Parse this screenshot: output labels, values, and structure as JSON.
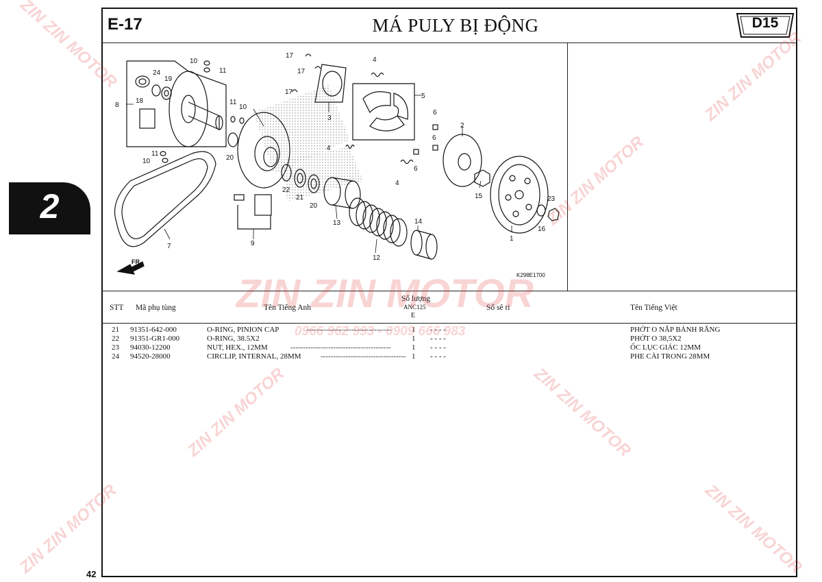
{
  "header": {
    "section_code": "E-17",
    "title": "MÁ PULY BỊ ĐỘNG",
    "badge": "D15"
  },
  "side_tab": {
    "number": "2"
  },
  "page_number": "42",
  "figure": {
    "code": "K298E1700",
    "direction_label": "FR.",
    "callouts": [
      "1",
      "2",
      "3",
      "4",
      "4",
      "4",
      "5",
      "6",
      "6",
      "6",
      "7",
      "8",
      "9",
      "10",
      "10",
      "10",
      "11",
      "11",
      "11",
      "12",
      "13",
      "14",
      "15",
      "16",
      "17",
      "17",
      "17",
      "18",
      "19",
      "20",
      "20",
      "21",
      "22",
      "23",
      "24"
    ]
  },
  "table": {
    "headers": {
      "stt": "STT",
      "part_no": "Mã phụ tùng",
      "english": "Tên Tiếng Anh",
      "qty_group": "Số lượng",
      "qty_model": "ANC125",
      "qty_type": "E",
      "serial": "Số sê ri",
      "vietnamese": "Tên Tiếng Việt"
    },
    "rows": [
      {
        "stt": "21",
        "part_no": "91351-642-000",
        "english": "O-RING, PINION CAP",
        "leader": "----------------------------------",
        "qty": "1",
        "serial": "-    -    -    -",
        "vietnamese": "PHỚT O NẮP BÁNH RĂNG"
      },
      {
        "stt": "22",
        "part_no": "91351-GR1-000",
        "english": "O-RING, 38.5X2",
        "leader": "",
        "qty": "1",
        "serial": "-    -    -    -",
        "vietnamese": "PHỚT O 38,5X2"
      },
      {
        "stt": "23",
        "part_no": "94030-12200",
        "english": "NUT, HEX., 12MM",
        "leader": "----------------------------------------",
        "qty": "1",
        "serial": "-    -    -    -",
        "vietnamese": "ỐC LỤC GIÁC 12MM"
      },
      {
        "stt": "24",
        "part_no": "94520-28000",
        "english": "CIRCLIP, INTERNAL, 28MM",
        "leader": "----------------------------------",
        "qty": "1",
        "serial": "-    -    -    -",
        "vietnamese": "PHE CÀI TRONG 28MM"
      }
    ]
  },
  "watermark": {
    "brand": "ZIN ZIN MOTOR",
    "phone": "0966 962 993 - 0909 666 983"
  },
  "colors": {
    "ink": "#111111",
    "watermark": "#e23c3c"
  }
}
